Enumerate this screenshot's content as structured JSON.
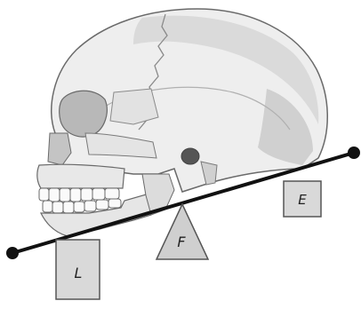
{
  "labels": {
    "load": "L",
    "fulcrum": "F",
    "effort": "E"
  },
  "colors": {
    "lever": "#111111",
    "box_fill": "#d9d9d9",
    "box_stroke": "#555555",
    "skull_light": "#eeeeee",
    "skull_mid": "#d4d4d4",
    "skull_dark": "#9a9a9a",
    "outline": "#6a6a6a"
  },
  "icons": {
    "skull": "skull-illustration",
    "lever_end": "filled-circle"
  }
}
